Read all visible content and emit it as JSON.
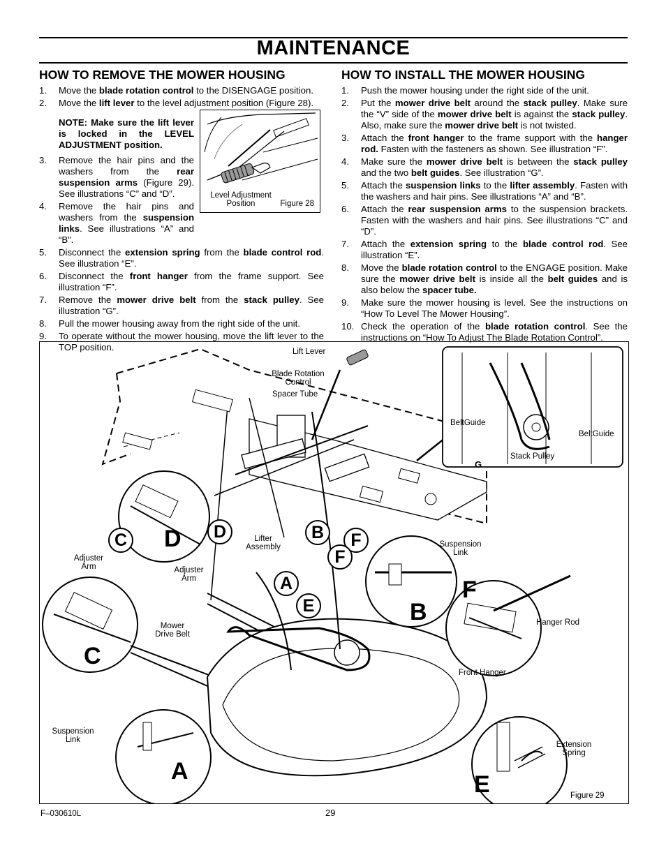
{
  "header": {
    "title": "MAINTENANCE"
  },
  "remove": {
    "heading": "HOW TO REMOVE THE MOWER HOUSING",
    "s1": {
      "n": "1.",
      "t1": "Move the ",
      "b1": "blade rotation control",
      "t2": " to the DISENGAGE position."
    },
    "s2": {
      "n": "2.",
      "t1": "Move the ",
      "b1": "lift lever",
      "t2": " to the level adjustment position (Figure 28)."
    },
    "note": "NOTE: Make sure the lift lever is locked in the LEVEL ADJUSTMENT position.",
    "s3": {
      "n": "3.",
      "t1": "Remove the hair pins and the washers from the ",
      "b1": "rear suspension arms",
      "t2": " (Figure 29). See illustrations “C” and “D”."
    },
    "s4": {
      "n": "4.",
      "t1": "Remove the hair pins and washers from the ",
      "b1": "suspension links",
      "t2": ". See illustrations “A” and “B”."
    },
    "s5": {
      "n": "5.",
      "t1": "Disconnect the ",
      "b1": "extension spring",
      "t2": " from the ",
      "b2": "blade control rod",
      "t3": ". See illustration “E”."
    },
    "s6": {
      "n": "6.",
      "t1": "Disconnect the ",
      "b1": "front hanger",
      "t2": " from the frame support. See illustration “F”."
    },
    "s7": {
      "n": "7.",
      "t1": "Remove the ",
      "b1": "mower drive belt",
      "t2": " from the ",
      "b2": "stack pulley",
      "t3": ". See illustration “G”."
    },
    "s8": {
      "n": "8.",
      "t1": "Pull the mower housing away from the right side of the unit."
    },
    "s9": {
      "n": "9.",
      "t1": "To operate without the mower housing, move the lift lever to the TOP position."
    }
  },
  "install": {
    "heading": "HOW TO INSTALL THE MOWER HOUSING",
    "s1": {
      "n": "1.",
      "t1": "Push the mower housing under the right side of the unit."
    },
    "s2": {
      "n": "2.",
      "t1": "Put the ",
      "b1": "mower drive belt",
      "t2": " around the ",
      "b2": "stack pulley",
      "t3": ". Make sure the “V” side of the ",
      "b3": "mower drive belt",
      "t4": " is against the ",
      "b4": "stack pulley",
      "t5": ". Also, make sure the ",
      "b5": "mower drive belt",
      "t6": " is not twisted."
    },
    "s3": {
      "n": "3.",
      "t1": "Attach the ",
      "b1": "front hanger",
      "t2": " to the frame support with the ",
      "b2": "hanger rod.",
      "t3": " Fasten with the fasteners as shown. See illustration “F”."
    },
    "s4": {
      "n": "4.",
      "t1": "Make sure the ",
      "b1": "mower drive belt",
      "t2": " is between the ",
      "b2": "stack pulley",
      "t3": " and the two ",
      "b3": "belt guides",
      "t4": ". See illustration “G”."
    },
    "s5": {
      "n": "5.",
      "t1": "Attach the ",
      "b1": "suspension links",
      "t2": " to the ",
      "b2": "lifter assembly",
      "t3": ". Fasten with the washers and hair pins. See illustrations “A” and “B”."
    },
    "s6": {
      "n": "6.",
      "t1": "Attach the ",
      "b1": "rear suspension arms",
      "t2": " to the suspension brackets. Fasten with the washers and hair pins. See illustrations “C” and “D”."
    },
    "s7": {
      "n": "7.",
      "t1": "Attach the ",
      "b1": "extension spring",
      "t2": " to the ",
      "b2": "blade control rod",
      "t3": ". See illustration “E”."
    },
    "s8": {
      "n": "8.",
      "t1": "Move the ",
      "b1": "blade rotation control",
      "t2": " to the ENGAGE position. Make sure the ",
      "b2": "mower drive belt",
      "t3": " is inside all the ",
      "b3": "belt guides",
      "t4": " and is also below the ",
      "b4": "spacer tube."
    },
    "s9": {
      "n": "9.",
      "t1": "Make sure the mower housing is level. See the instructions on “How To Level The Mower Housing”."
    },
    "s10": {
      "n": "10.",
      "t1": "Check the operation of the ",
      "b1": "blade rotation control",
      "t2": ". See the instructions on “How To Adjust The Blade Rotation Control”."
    }
  },
  "figure28": {
    "caption": "Level Adjustment Position",
    "label": "Figure 28"
  },
  "figure29": {
    "label": "Figure 29",
    "labels": {
      "lift_lever": "Lift Lever",
      "blade_rotation_control": "Blade Rotation Control",
      "spacer_tube": "Spacer Tube",
      "lifter_assembly": "Lifter Assembly",
      "adjuster_arm_1": "Adjuster Arm",
      "adjuster_arm_2": "Adjuster Arm",
      "mower_drive_belt": "Mower Drive Belt",
      "suspension_link_1": "Suspension Link",
      "suspension_link_2": "Suspension Link",
      "hanger_rod": "Hanger Rod",
      "front_hanger": "Front Hanger",
      "extension_spring": "Extension Spring",
      "belt_guide_1": "BeltGuide",
      "belt_guide_2": "BeltGuide",
      "stack_pulley": "Stack Pulley"
    },
    "callouts": {
      "a": "A",
      "b": "B",
      "c": "C",
      "d": "D",
      "e": "E",
      "f": "F",
      "g": "G"
    }
  },
  "footer": {
    "doc_code": "F–030610L",
    "page_number": "29"
  }
}
